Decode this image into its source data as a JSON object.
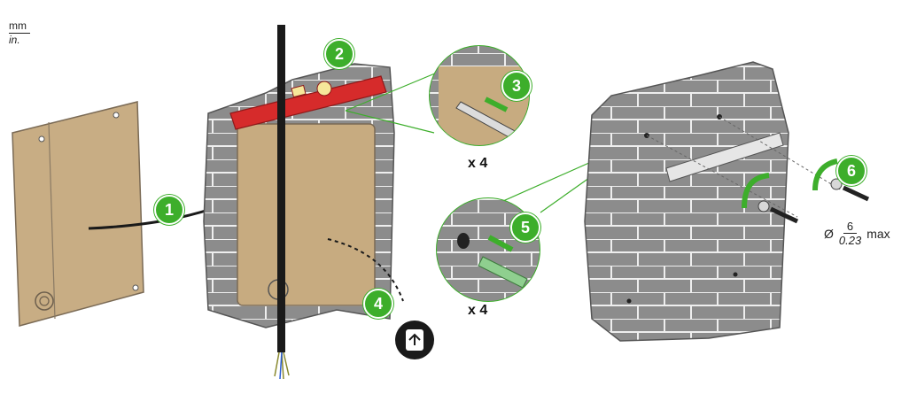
{
  "units": {
    "numerator": "mm",
    "denominator": "in."
  },
  "steps": [
    {
      "label": "1"
    },
    {
      "label": "2"
    },
    {
      "label": "3"
    },
    {
      "label": "4"
    },
    {
      "label": "5"
    },
    {
      "label": "6"
    }
  ],
  "quantities": {
    "drill": "x 4",
    "plugs": "x 4"
  },
  "diameter": {
    "symbol": "Ø",
    "numerator": "6",
    "denominator": "0.23",
    "suffix": "max"
  },
  "colors": {
    "accent_green": "#3dae2b",
    "level_red": "#d62b2b",
    "brick": "#8a8a8a",
    "template": "#c9b08a"
  },
  "icons": [
    "recycle-bin-icon",
    "drill-bit-icon",
    "wall-plug-icon",
    "screw-icon",
    "level-tool-icon",
    "cable-icon"
  ]
}
